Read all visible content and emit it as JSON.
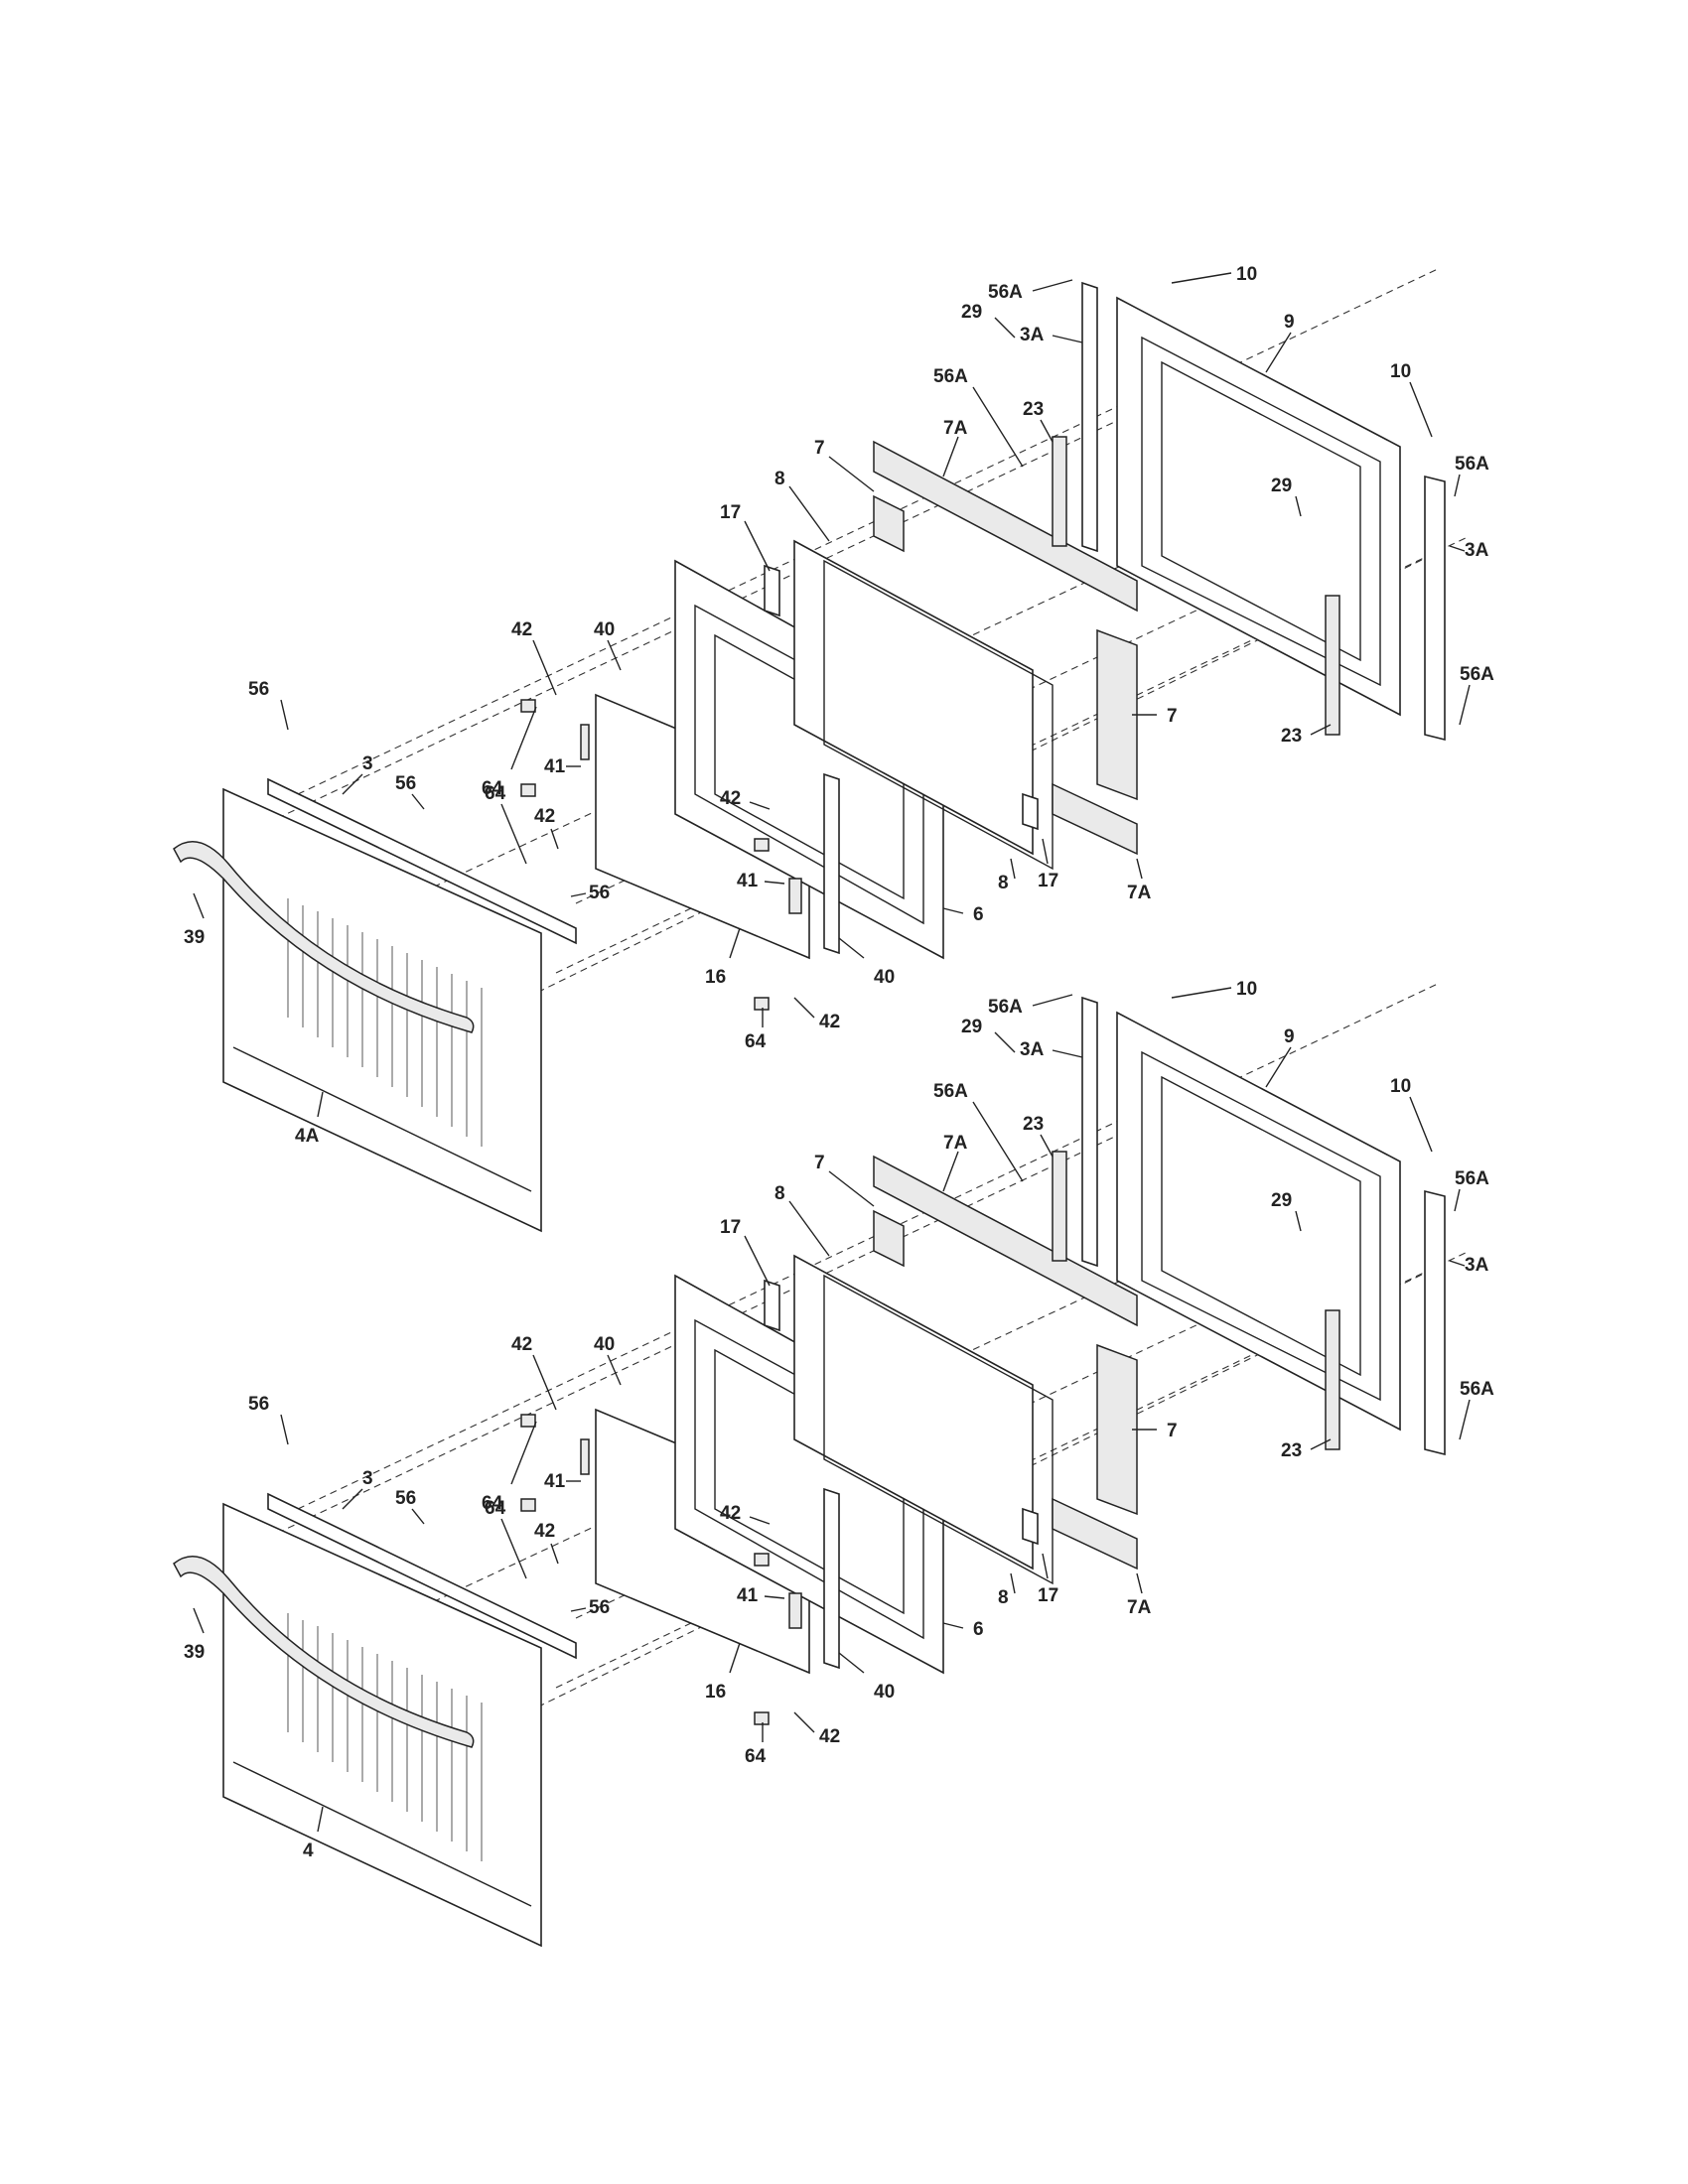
{
  "diagram": {
    "assemblies": [
      {
        "id": "upper",
        "labels": {
          "l10a": "10",
          "l56A_a": "56A",
          "l29a": "29",
          "l3A_a": "3A",
          "l9": "9",
          "l10b": "10",
          "l56A_b": "56A",
          "l23a": "23",
          "l7A_a": "7A",
          "l7a": "7",
          "l8a": "8",
          "l56A_c": "56A",
          "l29b": "29",
          "l3A_b": "3A",
          "l17a": "17",
          "l42a": "42",
          "l40a": "40",
          "l56A_d": "56A",
          "l7b": "7",
          "l23b": "23",
          "l56a": "56",
          "l3": "3",
          "l56b": "56",
          "l41a": "41",
          "l64a": "64",
          "l42b": "42",
          "l64b": "64",
          "l42c": "42",
          "l8b": "8",
          "l17b": "17",
          "l7A_b": "7A",
          "l56c": "56",
          "l41b": "41",
          "l6": "6",
          "l39": "39",
          "l16": "16",
          "l40b": "40",
          "l42d": "42",
          "l64c": "64",
          "l4A": "4A"
        }
      },
      {
        "id": "lower",
        "labels": {
          "l10a": "10",
          "l56A_a": "56A",
          "l29a": "29",
          "l3A_a": "3A",
          "l9": "9",
          "l10b": "10",
          "l56A_b": "56A",
          "l23a": "23",
          "l7A_a": "7A",
          "l7a": "7",
          "l8a": "8",
          "l56A_c": "56A",
          "l29b": "29",
          "l3A_b": "3A",
          "l17a": "17",
          "l42a": "42",
          "l40a": "40",
          "l56A_d": "56A",
          "l7b": "7",
          "l23b": "23",
          "l56a": "56",
          "l3": "3",
          "l56b": "56",
          "l41a": "41",
          "l64a": "64",
          "l42b": "42",
          "l64b": "64",
          "l42c": "42",
          "l8b": "8",
          "l17b": "17",
          "l7A_b": "7A",
          "l56c": "56",
          "l41b": "41",
          "l6": "6",
          "l39": "39",
          "l16": "16",
          "l40b": "40",
          "l42d": "42",
          "l64c": "64",
          "l4": "4"
        }
      }
    ]
  }
}
